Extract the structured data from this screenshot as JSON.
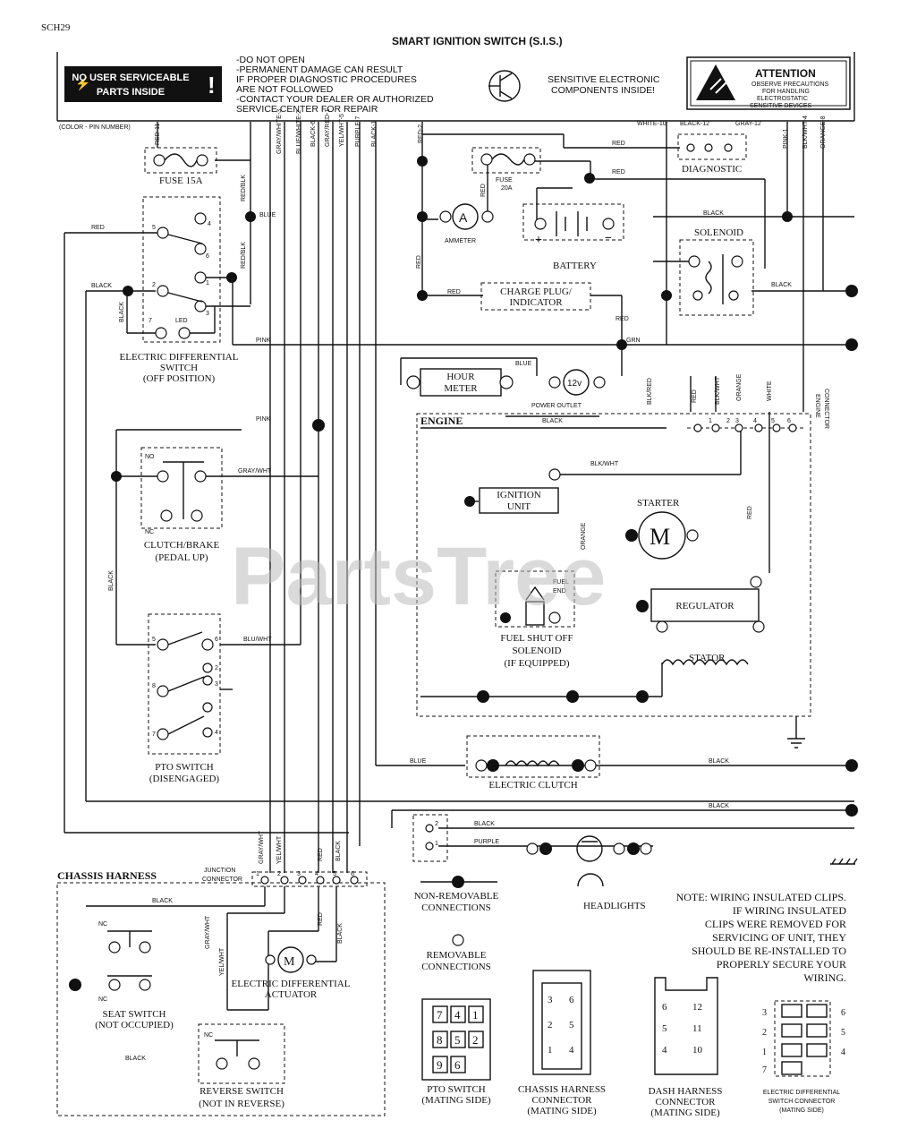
{
  "page": {
    "code": "SCH29",
    "title": "SMART IGNITION SWITCH (S.I.S.)",
    "watermark": "PartsTree"
  },
  "header": {
    "warning_label": [
      "NO USER SERVICEABLE",
      "PARTS INSIDE"
    ],
    "warning_lines": [
      "-DO NOT OPEN",
      "-PERMANENT DAMAGE CAN RESULT",
      " IF PROPER DIAGNOSTIC PROCEDURES",
      " ARE NOT FOLLOWED",
      "-CONTACT YOUR DEALER OR AUTHORIZED",
      " SERVICE CENTER FOR REPAIR"
    ],
    "sensitive_text": [
      "SENSITIVE ELECTRONIC",
      "COMPONENTS INSIDE!"
    ],
    "attention_title": "ATTENTION",
    "attention_lines": [
      "OBSERVE PRECAUTIONS",
      "FOR HANDLING",
      "ELECTROSTATIC",
      "SENSITIVE DEVICES"
    ],
    "color_numbered": "(COLOR - PIN NUMBER)",
    "pin_labels": [
      "RED-11",
      "GRAY/WHITE-3",
      "BLUE/WHITE-2",
      "BLACK-6",
      "GRAY/RED-1",
      "YEL/WHT-5",
      "PURPLE-7",
      "BLACK-1",
      "RED-2",
      "WHITE-10",
      "BLACK-12",
      "GRAY-12",
      "PINK-1",
      "BLK/WHT-4",
      "ORANGE-8"
    ]
  },
  "components": {
    "fuse_15a": "FUSE 15A",
    "fuse_20a": [
      "FUSE",
      "20A"
    ],
    "diagnostic": "DIAGNOSTIC",
    "ammeter": "AMMETER",
    "ammeter_symbol": "A",
    "battery": "BATTERY",
    "solenoid": "SOLENOID",
    "charge_plug": [
      "CHARGE PLUG/",
      "INDICATOR"
    ],
    "hour_meter": [
      "HOUR",
      "METER"
    ],
    "power_outlet": "POWER OUTLET",
    "power_outlet_symbol": "12v",
    "elec_diff_switch": [
      "ELECTRIC DIFFERENTIAL",
      "SWITCH",
      "(OFF POSITION)"
    ],
    "led": "LED",
    "engine": "ENGINE",
    "engine_connector": [
      "ENGINE",
      "CONNECTOR"
    ],
    "ignition_unit": [
      "IGNITION",
      "UNIT"
    ],
    "starter": "STARTER",
    "starter_symbol": "M",
    "clutch_brake": [
      "CLUTCH/BRAKE",
      "(PEDAL UP)"
    ],
    "nc": "NC",
    "no": "NO",
    "fuel_end": [
      "FUEL",
      "END"
    ],
    "regulator": "REGULATOR",
    "fuel_shutoff": [
      "FUEL SHUT OFF",
      "SOLENOID",
      "(IF EQUIPPED)"
    ],
    "stator": "STATOR",
    "pto_switch": [
      "PTO SWITCH",
      "(DISENGAGED)"
    ],
    "electric_clutch": "ELECTRIC CLUTCH",
    "headlights": "HEADLIGHTS",
    "chassis_harness": "CHASSIS HARNESS",
    "junction_connector": [
      "JUNCTION",
      "CONNECTOR"
    ],
    "elec_diff_actuator": [
      "ELECTRIC DIFFERENTIAL",
      "ACTUATOR"
    ],
    "seat_switch": [
      "SEAT SWITCH",
      "(NOT OCCUPIED)"
    ],
    "reverse_switch": [
      "REVERSE SWITCH",
      "(NOT IN REVERSE)"
    ]
  },
  "wires": {
    "red": "RED",
    "black": "BLACK",
    "blue": "BLUE",
    "pink": "PINK",
    "red_blk": "RED/BLK",
    "gray_wht": "GRAY/WHT",
    "blu_wht": "BLU/WHT",
    "purple": "PURPLE",
    "blk_red": "BLK/RED",
    "blk_wht": "BLK/WHT",
    "orange": "ORANGE",
    "white": "WHITE",
    "grn": "GRN",
    "yel_wht": "YEL/WHT"
  },
  "legend": {
    "non_removable": [
      "NON-REMOVABLE",
      "CONNECTIONS"
    ],
    "removable": [
      "REMOVABLE",
      "CONNECTIONS"
    ],
    "note": [
      "NOTE: WIRING INSULATED CLIPS.",
      "IF WIRING INSULATED",
      "CLIPS WERE REMOVED FOR",
      "SERVICING OF UNIT, THEY",
      "SHOULD BE RE-INSTALLED TO",
      "PROPERLY SECURE YOUR",
      "WIRING."
    ]
  },
  "connectors": {
    "pto": {
      "label": [
        "PTO SWITCH",
        "(MATING SIDE)"
      ],
      "pins": [
        "7",
        "4",
        "1",
        "8",
        "5",
        "2",
        "9",
        "6"
      ]
    },
    "chassis": {
      "label": [
        "CHASSIS HARNESS",
        "CONNECTOR",
        "(MATING SIDE)"
      ],
      "pins": [
        "3",
        "6",
        "2",
        "5",
        "1",
        "4"
      ]
    },
    "dash": {
      "label": [
        "DASH HARNESS",
        "CONNECTOR",
        "(MATING SIDE)"
      ],
      "pins": [
        "6",
        "12",
        "5",
        "11",
        "4",
        "10"
      ]
    },
    "eds": {
      "label": [
        "ELECTRIC DIFFERENTIAL",
        "SWITCH CONNECTOR",
        "(MATING SIDE)"
      ],
      "pins": [
        "3",
        "6",
        "2",
        "5",
        "1",
        "4",
        "7"
      ]
    }
  },
  "pin_numbers": {
    "eds": [
      "5",
      "4",
      "6",
      "2",
      "1",
      "3",
      "7"
    ],
    "pto": [
      "5",
      "6",
      "2",
      "8",
      "3",
      "7",
      "4"
    ],
    "junction": [
      "1",
      "2",
      "3",
      "4",
      "5",
      "6"
    ],
    "engine_pins": [
      "1",
      "2",
      "3",
      "4",
      "5",
      "6"
    ]
  }
}
